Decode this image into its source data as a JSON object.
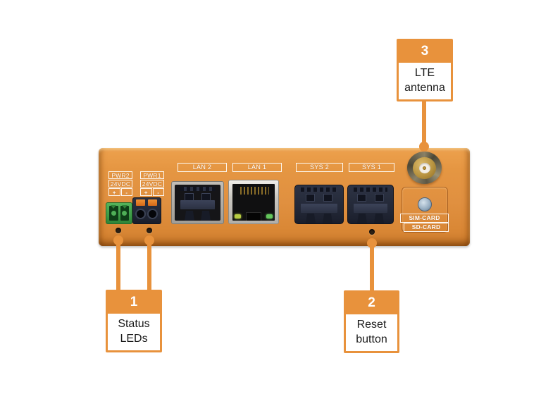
{
  "figure": {
    "type": "annotated-device-front-panel",
    "background": "#ffffff"
  },
  "colors": {
    "accent_orange": "#E8923C",
    "panel_orange": "#E09040",
    "callout_text": "#1A1A1A",
    "stencil_white": "#FFFFFF",
    "terminal_green": "#3FA24A",
    "terminal_black": "#232838",
    "lan1_led_left": "#B7CC42",
    "lan1_led_right": "#64C75C"
  },
  "device": {
    "power": {
      "pwr2": {
        "name": "PWR2",
        "voltage": "24VDC",
        "plus": "+",
        "minus": "-"
      },
      "pwr1": {
        "name": "PWR1",
        "voltage": "24VDC",
        "plus": "+",
        "minus": "-"
      }
    },
    "ports": [
      {
        "label": "LAN 2"
      },
      {
        "label": "LAN 1"
      },
      {
        "label": "SYS 2"
      },
      {
        "label": "SYS 1"
      }
    ],
    "card_slots": {
      "sim": "SIM-CARD",
      "sd": "SD-CARD"
    }
  },
  "callouts": [
    {
      "number": "1",
      "label": "Status LEDs",
      "line1": "Status",
      "line2": "LEDs"
    },
    {
      "number": "2",
      "label": "Reset button",
      "line1": "Reset",
      "line2": "button"
    },
    {
      "number": "3",
      "label": "LTE antenna",
      "line1": "LTE",
      "line2": "antenna"
    }
  ]
}
